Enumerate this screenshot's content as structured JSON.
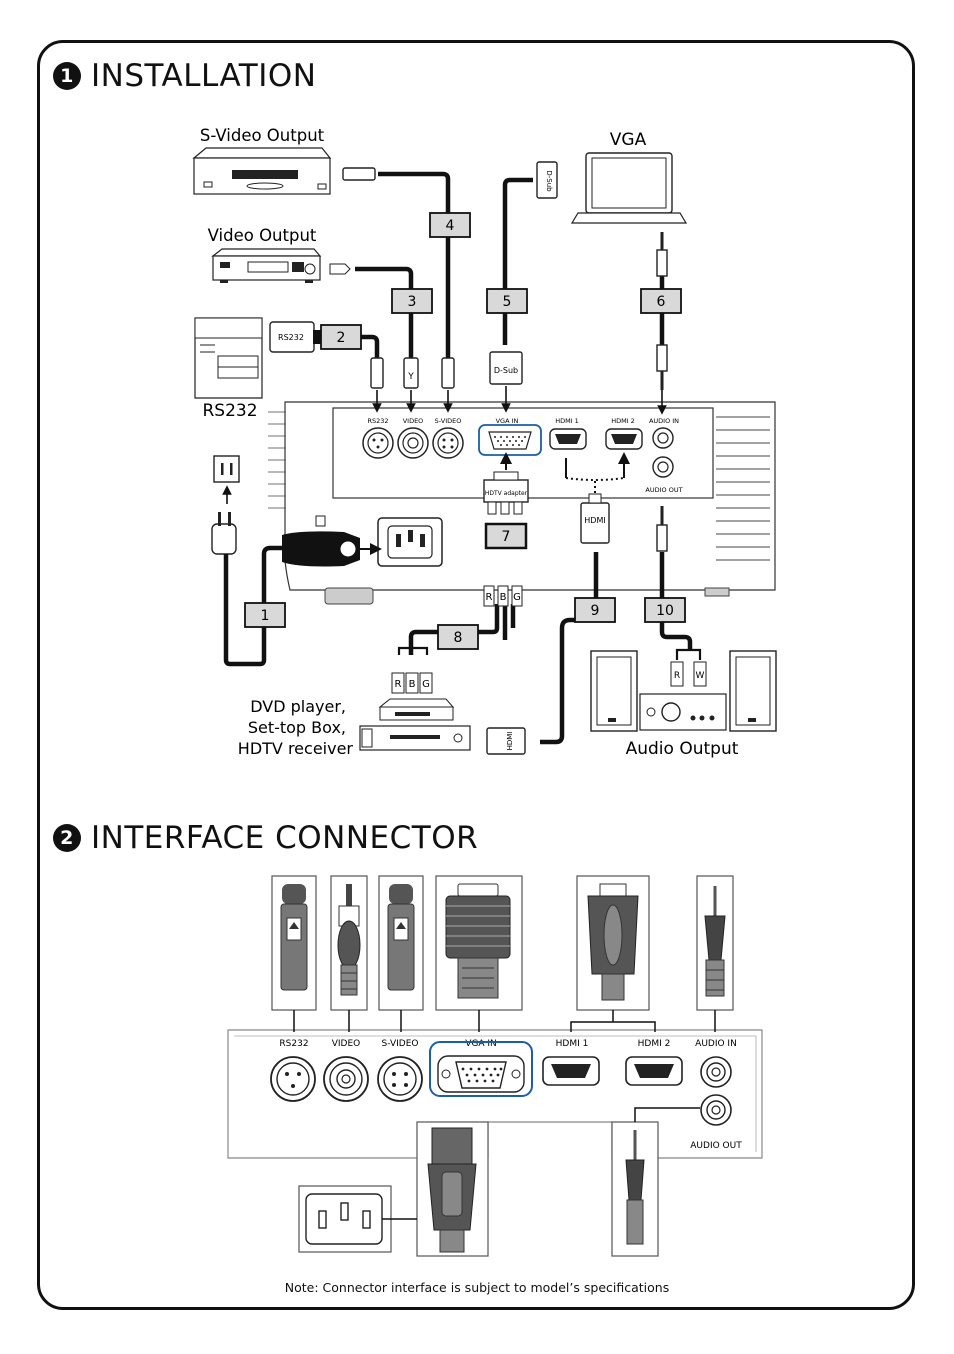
{
  "sections": {
    "installation": {
      "number": "1",
      "title": "INSTALLATION"
    },
    "interface": {
      "number": "2",
      "title": "INTERFACE CONNECTOR"
    }
  },
  "sources": {
    "svideo_output": "S-Video Output",
    "video_output": "Video Output",
    "vga": "VGA",
    "rs232": "RS232",
    "dvd_line1": "DVD player,",
    "dvd_line2": "Set-top Box,",
    "dvd_line3": "HDTV receiver",
    "audio_output": "Audio Output"
  },
  "cable_labels": [
    "1",
    "2",
    "3",
    "4",
    "5",
    "6",
    "7",
    "8",
    "9",
    "10"
  ],
  "plug_labels": {
    "rs232": "RS232",
    "dsub": "D-Sub",
    "hdtv_adapter": "HDTV adapter",
    "hdmi": "HDMI",
    "y": "Y",
    "r": "R",
    "b": "B",
    "g": "G",
    "w": "W"
  },
  "ports": {
    "rs232": "RS232",
    "video": "VIDEO",
    "svideo": "S-VIDEO",
    "vga_in": "VGA IN",
    "hdmi1": "HDMI 1",
    "hdmi2": "HDMI 2",
    "audio_in": "AUDIO IN",
    "audio_out": "AUDIO OUT"
  },
  "note": "Note: Connector interface is subject to model’s specifications",
  "colors": {
    "frame": "#111111",
    "vga_outline": "#1a5fa8",
    "box_fill": "#d9d9d9"
  }
}
